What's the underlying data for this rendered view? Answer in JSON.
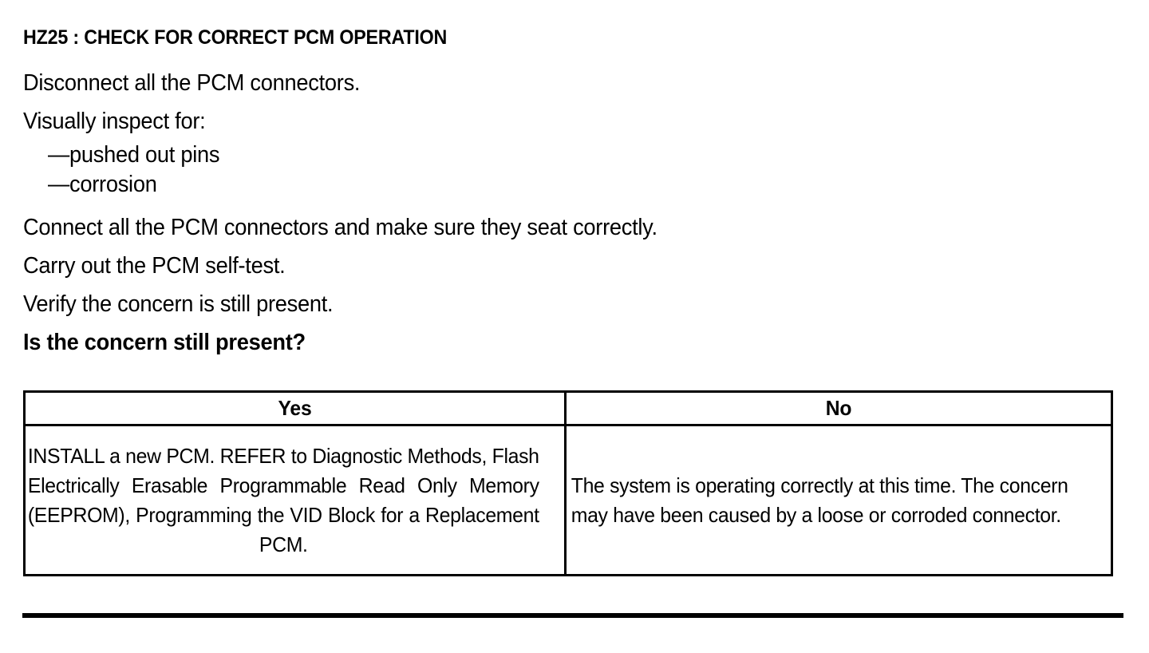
{
  "document": {
    "title": "HZ25 : CHECK FOR CORRECT PCM OPERATION",
    "steps": [
      {
        "id": "step-disconnect",
        "text": "Disconnect all the PCM connectors.",
        "bold": false
      },
      {
        "id": "step-inspect",
        "text": "Visually inspect for:",
        "bold": false
      }
    ],
    "inspect_items": [
      {
        "id": "sub-pushed-out-pins",
        "text": "—pushed out pins"
      },
      {
        "id": "sub-corrosion",
        "text": "—corrosion"
      }
    ],
    "steps_after": [
      {
        "id": "step-connect",
        "text": "Connect all the PCM connectors and make sure they seat correctly.",
        "bold": false
      },
      {
        "id": "step-selftest",
        "text": "Carry out the PCM self-test.",
        "bold": false
      },
      {
        "id": "step-verify",
        "text": "Verify the concern is still present.",
        "bold": false
      },
      {
        "id": "step-question",
        "text": "Is the concern still present?",
        "bold": true
      }
    ]
  },
  "table": {
    "headers": {
      "yes": "Yes",
      "no": "No"
    },
    "cells": {
      "yes": "INSTALL a new PCM. REFER to Diagnostic Methods, Flash Electrically Erasable Programmable Read Only Memory (EEPROM), Programming the VID Block for a Replacement PCM.",
      "no": "The system is operating correctly at this time. The concern may have been caused by a loose or corroded connector."
    }
  },
  "colors": {
    "ink": "#000000",
    "paper": "#ffffff"
  }
}
